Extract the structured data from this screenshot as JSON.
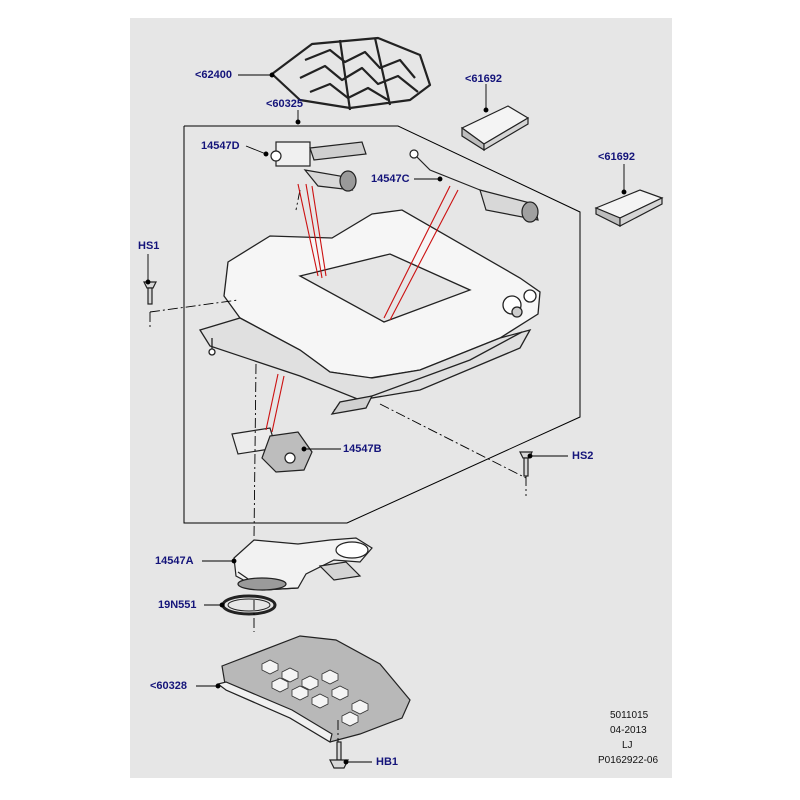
{
  "colors": {
    "background": "#e6e6e6",
    "label_text": "#14147a",
    "leader_line": "#000000",
    "highlight_line": "#cc1111"
  },
  "callouts": {
    "seat_frame_springs": "<62400",
    "cushion_frame": "<60325",
    "trim_panel_top": "<61692",
    "trim_panel_side": "<61692",
    "motor_d": "14547D",
    "motor_c": "14547C",
    "motor_b": "14547B",
    "motor_a": "14547A",
    "screw_hs1": "HS1",
    "screw_hs2": "HS2",
    "gasket": "19N551",
    "base_panel": "<60328",
    "bolt_hb1": "HB1"
  },
  "footer": {
    "code_1": "5011015",
    "date": "04-2013",
    "initials": "LJ",
    "illustration_number": "P0162922-06"
  }
}
